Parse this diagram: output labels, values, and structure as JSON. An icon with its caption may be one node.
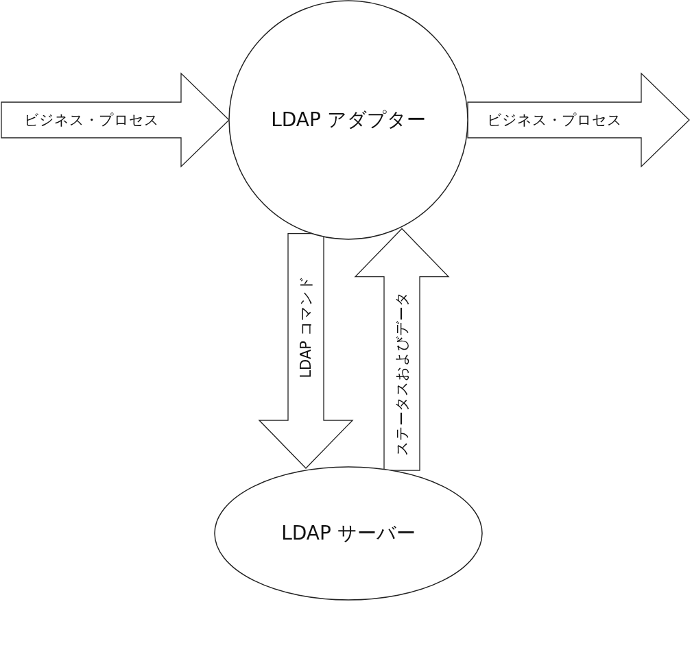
{
  "diagram": {
    "nodes": [
      {
        "text": [
          "LDAP アダプター"
        ]
      },
      {
        "text": [
          "LDAP サーバー"
        ]
      }
    ],
    "edges": [
      {
        "from": null,
        "to": 0,
        "arrow": "to",
        "label": "ビジネス・プロセス"
      },
      {
        "from": 0,
        "to": null,
        "arrow": "to",
        "label": "ビジネス・プロセス"
      },
      {
        "from": 0,
        "to": 1,
        "arrow": "to",
        "label": "LDAP コマンド"
      },
      {
        "from": 1,
        "to": 0,
        "arrow": "to",
        "label": "ステータスおよびデータ"
      }
    ]
  }
}
